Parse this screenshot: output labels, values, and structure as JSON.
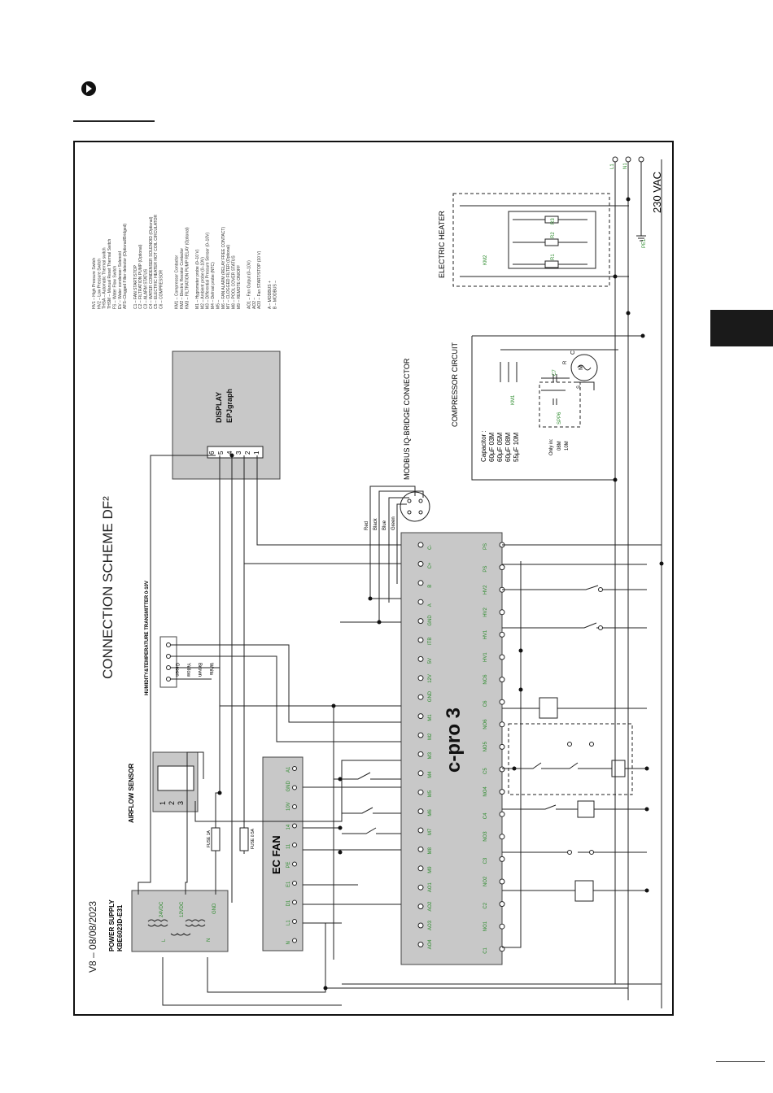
{
  "diagram": {
    "title": "CONNECTION SCHEME DF²",
    "version": "V8 – 08/08/2023",
    "controller": "c-pro 3",
    "supply_voltage": "230 VAC",
    "line_labels": [
      "L1",
      "N1",
      "PE1"
    ],
    "blocks": {
      "display": {
        "line1": "DISPLAY",
        "line2": "EPJgraph",
        "pins": [
          "6",
          "5",
          "4",
          "3",
          "2",
          "1"
        ]
      },
      "power_supply": {
        "line1": "POWER SUPPLY",
        "line2": "KBE6023D-E31",
        "labels": [
          "24VDC",
          "12VDC",
          "GND",
          "L",
          "N"
        ]
      },
      "airflow": {
        "title": "AIRFLOW SENSOR",
        "pins": [
          "1",
          "2",
          "3"
        ]
      },
      "ec_fan": {
        "title": "EC FAN",
        "pins": [
          "A1",
          "GND",
          "10V",
          "14",
          "11",
          "PE",
          "E1",
          "D1",
          "L1",
          "N"
        ]
      },
      "humidity": {
        "title": "HUMIDITY&TEMPERATURE TRANSMITTER 0-10V",
        "wires": [
          "Green",
          "Yellow",
          "Brown",
          "White"
        ]
      },
      "modbus": {
        "title": "MODBUS IQ-BRIDGE CONNECTOR",
        "wires": [
          "Red",
          "Black",
          "Blue",
          "Green"
        ]
      },
      "compressor": {
        "title": "COMPRESSOR CIRCUIT",
        "labels": [
          "KM1",
          "C7",
          "M",
          "C",
          "S",
          "R",
          "SPP6"
        ]
      },
      "capacitor": {
        "lines": [
          "Capacitor :",
          "60µF 03M",
          "60µF 05M",
          "60µF 08M",
          "55µF 10M"
        ],
        "only": [
          "Only in:",
          "08M",
          "10M"
        ]
      },
      "heater": {
        "title": "ELECTRIC HEATER",
        "labels": [
          "KM2",
          "R1",
          "R2",
          "R3"
        ]
      },
      "fuses": [
        "FUSE 1A",
        "FUSE 0.5A"
      ]
    },
    "top_terminals": [
      "C-",
      "C+",
      "B",
      "A",
      "GND",
      "ITB",
      "5V",
      "12V",
      "GND",
      "M1",
      "M2",
      "M3",
      "M4",
      "M5",
      "M6",
      "M7",
      "M8",
      "M9",
      "AO1",
      "AO2",
      "AO3",
      "AO4"
    ],
    "bottom_terminals": [
      "PS",
      "PS",
      "HV2",
      "HV2",
      "HV1",
      "HV1",
      "NC6",
      "C6",
      "NO6",
      "NO5",
      "C5",
      "NO4",
      "C4",
      "NO3",
      "C3",
      "NO2",
      "C2",
      "NO1",
      "C1"
    ],
    "legend": [
      "HV1 – High Pressure Switch",
      "HV2 – Low Pressure Switch",
      "THSA – Automatic Thermal switch",
      "THSM – Manual Reset Thermal Switch",
      "FS – Water Flow Switch",
      "EV – Water condenser Solenoid",
      "AFS–Clogged Filter detector (Optional/Bridged)",
      "",
      "C1 – FAN START/STOP",
      "C2 – FILTRATION PUMP (Optional)",
      "C3 – ALARM STATUS",
      "C4 – WATER CONDENSER SOLENOID (Optional)",
      "C5 – ELECTRIC HEATER HOT COIL CIRCULATOR",
      "C6 – COMPRESSOR",
      "",
      "",
      "KM1 – Compressor Contactor",
      "KM2 – Electric Resistor Contactor",
      "KM3 – FILTRATION PUMP RELAY (Optional)",
      "",
      "M1 – Hygrometer probe (0–10 V)",
      "M2 – Ambient probe (0–10V)",
      "M3 – Differential Pressure Sensor (0–10V)",
      "M4 – Defrost probe (NTC)",
      "M5 –",
      "M6 – FAN ALARM (RELAY FREE CONTACT)",
      "M7 – CLOGGED FILTER (Optional)",
      "M8 – POOL COVER STATUS",
      "M9 – REMOTE ON/OFF",
      "",
      "AO1 – Fan Output (0–10V)",
      "AO2 –",
      "AO3 – Fan START/STOP (10 V)",
      "",
      "A – MODBUS +",
      "B – MODBUS –"
    ]
  }
}
